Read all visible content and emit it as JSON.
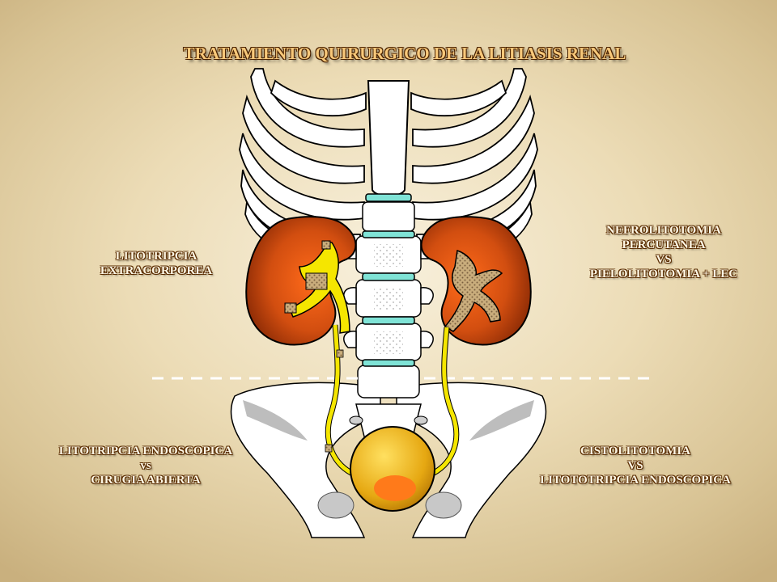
{
  "title": "TRATAMIENTO QUIRURGICO DE LA LITIASIS RENAL",
  "labels": {
    "upper_left": [
      "LITOTRIPCIA",
      "EXTRACORPOREA"
    ],
    "upper_right": [
      "NEFROLITOTOMIA",
      "PERCUTANEA",
      "VS",
      "PIELOLITOTOMIA + LEC"
    ],
    "lower_left": [
      "LITOTRIPCIA ENDOSCOPICA",
      "vs",
      "CIRUGIA ABIERTA"
    ],
    "lower_right": [
      "CISTOLITOTOMIA",
      "VS",
      "LITOTOTRIPCIA ENDOSCOPICA"
    ]
  },
  "colors": {
    "kidney": "#b8420a",
    "pelvis": "#f5e600",
    "bladder": "#e0aa10",
    "disc": "#7fe3d6",
    "stone": "#b89a6a",
    "title": "#f7c87a"
  }
}
